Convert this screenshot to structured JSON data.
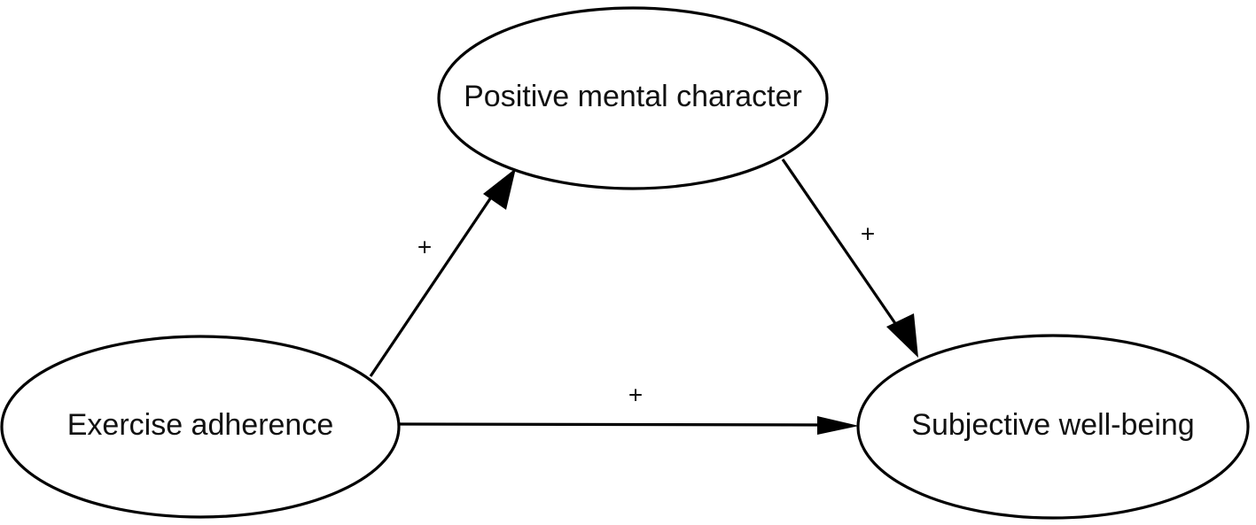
{
  "nodes": {
    "exercise": {
      "label": "Exercise adherence"
    },
    "character": {
      "label": "Positive mental character"
    },
    "wellbeing": {
      "label": "Subjective well-being"
    }
  },
  "edges": [
    {
      "from": "Exercise adherence",
      "to": "Positive mental character",
      "sign": "+"
    },
    {
      "from": "Positive mental character",
      "to": "Subjective well-being",
      "sign": "+"
    },
    {
      "from": "Exercise adherence",
      "to": "Subjective well-being",
      "sign": "+"
    }
  ],
  "colors": {
    "line": "#000000",
    "background": "#ffffff"
  }
}
